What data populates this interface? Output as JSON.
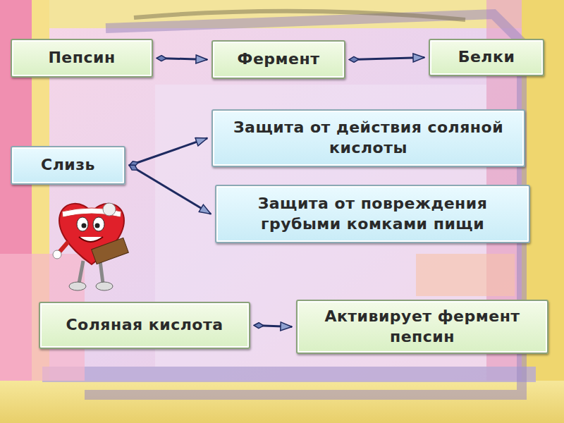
{
  "diagram": {
    "nodes": [
      {
        "text": [
          "Пепсин"
        ]
      },
      {
        "text": [
          "Фермент"
        ]
      },
      {
        "text": [
          "Белки"
        ]
      },
      {
        "text": [
          "Слизь"
        ]
      },
      {
        "text": [
          "Защита от действия соляной кислоты"
        ]
      },
      {
        "text": [
          "Защита от повреждения грубыми комками пищи"
        ]
      },
      {
        "text": [
          "Соляная кислота"
        ]
      },
      {
        "text": [
          "Активирует фермент пепсин"
        ]
      }
    ],
    "edges": [
      {
        "from": 0,
        "to": 1,
        "arrow": "to"
      },
      {
        "from": 1,
        "to": 2,
        "arrow": "to"
      },
      {
        "from": 3,
        "to": 4,
        "arrow": "to"
      },
      {
        "from": 3,
        "to": 5,
        "arrow": "to"
      },
      {
        "from": 6,
        "to": 7,
        "arrow": "to"
      }
    ]
  }
}
